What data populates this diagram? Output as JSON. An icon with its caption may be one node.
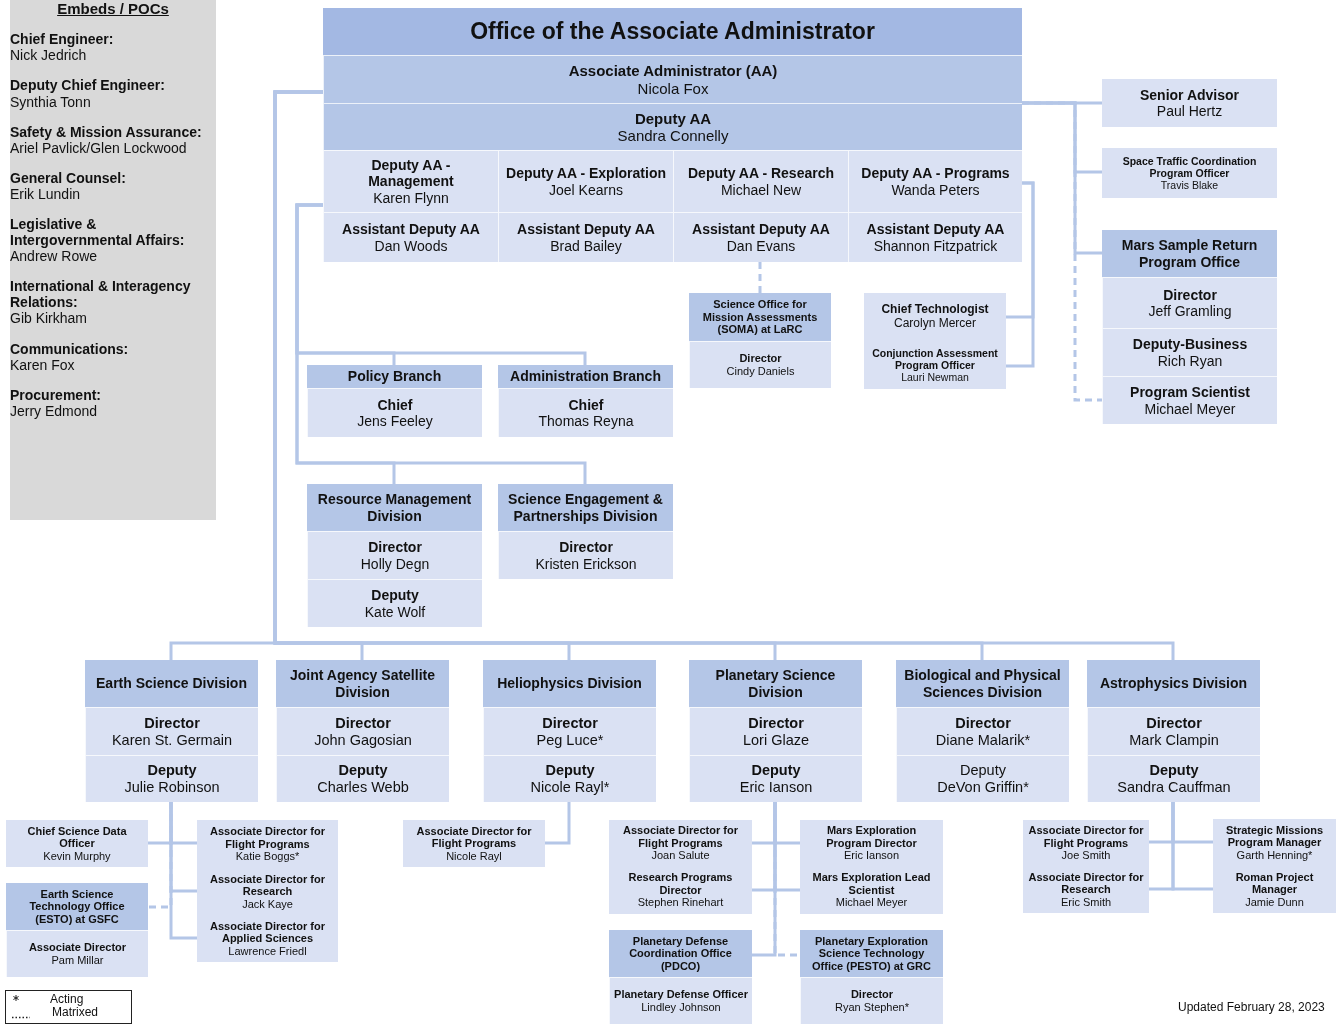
{
  "diagram": {
    "nodes": [
      {
        "text": [
          "Embeds / POCs",
          "Chief Engineer:",
          "Nick Jedrich",
          "Deputy Chief Engineer:",
          "Synthia Tonn",
          "Safety & Mission Assurance:",
          "Ariel Pavlick/Glen Lockwood",
          "General Counsel:",
          "Erik Lundin",
          "Legislative & Intergovernmental Affairs:",
          "Andrew Rowe",
          "International & Interagency Relations:",
          "Gib Kirkham",
          "Communications:",
          "Karen Fox",
          "Procurement:",
          "Jerry Edmond"
        ]
      },
      {
        "text": [
          "Office of the Associate Administrator"
        ]
      },
      {
        "text": [
          "Associate Administrator (AA)",
          "Nicola Fox"
        ],
        "in": 1
      },
      {
        "text": [
          "Deputy AA",
          "Sandra Connelly"
        ],
        "in": 1
      },
      {
        "text": [
          "Deputy AA - Management",
          "Karen Flynn"
        ],
        "in": 1
      },
      {
        "text": [
          "Deputy AA - Exploration",
          "Joel Kearns"
        ],
        "in": 1
      },
      {
        "text": [
          "Deputy AA - Research",
          "Michael New"
        ],
        "in": 1
      },
      {
        "text": [
          "Deputy AA - Programs",
          "Wanda Peters"
        ],
        "in": 1
      },
      {
        "text": [
          "Assistant Deputy AA",
          "Dan Woods"
        ],
        "in": 1
      },
      {
        "text": [
          "Assistant Deputy AA",
          "Brad Bailey"
        ],
        "in": 1
      },
      {
        "text": [
          "Assistant Deputy AA",
          "Dan Evans"
        ],
        "in": 1
      },
      {
        "text": [
          "Assistant Deputy AA",
          "Shannon Fitzpatrick"
        ],
        "in": 1
      },
      {
        "text": [
          "Senior Advisor",
          "Paul Hertz"
        ]
      },
      {
        "text": [
          "Space Traffic Coordination Program Officer",
          "Travis Blake"
        ]
      },
      {
        "text": [
          "Mars Sample Return Program Office"
        ]
      },
      {
        "text": [
          "Director",
          "Jeff Gramling"
        ],
        "in": 14
      },
      {
        "text": [
          "Deputy-Business",
          "Rich Ryan"
        ],
        "in": 14
      },
      {
        "text": [
          "Program Scientist",
          "Michael Meyer"
        ],
        "in": 14
      },
      {
        "text": [
          "Science Office for Mission Assessments (SOMA) at LaRC"
        ]
      },
      {
        "text": [
          "Director",
          "Cindy Daniels"
        ],
        "in": 18
      },
      {
        "text": [
          "Chief Technologist",
          "Carolyn Mercer"
        ]
      },
      {
        "text": [
          "Conjunction Assessment Program Officer",
          "Lauri Newman"
        ]
      },
      {
        "text": [
          "Policy Branch"
        ]
      },
      {
        "text": [
          "Chief",
          "Jens Feeley"
        ],
        "in": 22
      },
      {
        "text": [
          "Administration Branch"
        ]
      },
      {
        "text": [
          "Chief",
          "Thomas Reyna"
        ],
        "in": 24
      },
      {
        "text": [
          "Resource Management Division"
        ]
      },
      {
        "text": [
          "Director",
          "Holly Degn"
        ],
        "in": 26
      },
      {
        "text": [
          "Deputy",
          "Kate Wolf"
        ],
        "in": 26
      },
      {
        "text": [
          "Science Engagement & Partnerships Division"
        ]
      },
      {
        "text": [
          "Director",
          "Kristen Erickson"
        ],
        "in": 29
      },
      {
        "text": [
          "Earth Science Division"
        ]
      },
      {
        "text": [
          "Director",
          "Karen St. Germain"
        ],
        "in": 31
      },
      {
        "text": [
          "Deputy",
          "Julie Robinson"
        ],
        "in": 31
      },
      {
        "text": [
          "Joint Agency Satellite Division"
        ]
      },
      {
        "text": [
          "Director",
          "John Gagosian"
        ],
        "in": 34
      },
      {
        "text": [
          "Deputy",
          "Charles Webb"
        ],
        "in": 34
      },
      {
        "text": [
          "Heliophysics Division"
        ]
      },
      {
        "text": [
          "Director",
          "Peg Luce*"
        ],
        "in": 37
      },
      {
        "text": [
          "Deputy",
          "Nicole Rayl*"
        ],
        "in": 37
      },
      {
        "text": [
          "Planetary Science Division"
        ]
      },
      {
        "text": [
          "Director",
          "Lori Glaze"
        ],
        "in": 40
      },
      {
        "text": [
          "Deputy",
          "Eric Ianson"
        ],
        "in": 40
      },
      {
        "text": [
          "Biological and Physical Sciences Division"
        ]
      },
      {
        "text": [
          "Director",
          "Diane Malarik*"
        ],
        "in": 43
      },
      {
        "text": [
          "Deputy",
          "DeVon Griffin*"
        ],
        "in": 43
      },
      {
        "text": [
          "Astrophysics Division"
        ]
      },
      {
        "text": [
          "Director",
          "Mark Clampin"
        ],
        "in": 46
      },
      {
        "text": [
          "Deputy",
          "Sandra Cauffman"
        ],
        "in": 46
      },
      {
        "text": [
          "Chief Science Data Officer",
          "Kevin Murphy"
        ]
      },
      {
        "text": [
          "Associate Director for Flight Programs",
          "Katie Boggs*"
        ]
      },
      {
        "text": [
          "Earth Science Technology Office (ESTO) at GSFC"
        ]
      },
      {
        "text": [
          "Associate Director",
          "Pam Millar"
        ],
        "in": 51
      },
      {
        "text": [
          "Associate Director for Research",
          "Jack Kaye"
        ]
      },
      {
        "text": [
          "Associate Director for Applied Sciences",
          "Lawrence Friedl"
        ]
      },
      {
        "text": [
          "Associate Director for Flight Programs",
          "Nicole Rayl"
        ]
      },
      {
        "text": [
          "Associate Director for Flight Programs",
          "Joan Salute"
        ]
      },
      {
        "text": [
          "Mars Exploration Program Director",
          "Eric Ianson"
        ]
      },
      {
        "text": [
          "Research Programs Director",
          "Stephen Rinehart"
        ]
      },
      {
        "text": [
          "Mars Exploration Lead Scientist",
          "Michael Meyer"
        ]
      },
      {
        "text": [
          "Planetary Defense Coordination Office (PDCO)"
        ]
      },
      {
        "text": [
          "Planetary Defense Officer",
          "Lindley Johnson"
        ],
        "in": 60
      },
      {
        "text": [
          "Planetary Exploration Science Technology Office (PESTO) at GRC"
        ]
      },
      {
        "text": [
          "Director",
          "Ryan Stephen*"
        ],
        "in": 62
      },
      {
        "text": [
          "Associate Director for Flight Programs",
          "Joe Smith"
        ]
      },
      {
        "text": [
          "Strategic Missions Program Manager",
          "Garth Henning*"
        ]
      },
      {
        "text": [
          "Associate Director for Research",
          "Eric Smith"
        ]
      },
      {
        "text": [
          "Roman Project Manager",
          "Jamie Dunn"
        ]
      }
    ],
    "edges": [
      {
        "from": 1,
        "to": 12,
        "arrow": "none"
      },
      {
        "from": 1,
        "to": 13,
        "arrow": "none"
      },
      {
        "from": 1,
        "to": 14,
        "arrow": "none"
      },
      {
        "from": 1,
        "to": 17,
        "arrow": "none",
        "style": "dashed"
      },
      {
        "from": 7,
        "to": 20,
        "arrow": "none"
      },
      {
        "from": 7,
        "to": 21,
        "arrow": "none"
      },
      {
        "from": 10,
        "to": 18,
        "arrow": "none",
        "style": "dashed"
      },
      {
        "from": 4,
        "to": 22,
        "arrow": "none"
      },
      {
        "from": 4,
        "to": 24,
        "arrow": "none"
      },
      {
        "from": 4,
        "to": 26,
        "arrow": "none"
      },
      {
        "from": 4,
        "to": 29,
        "arrow": "none"
      },
      {
        "from": 1,
        "to": 31,
        "arrow": "none"
      },
      {
        "from": 1,
        "to": 34,
        "arrow": "none"
      },
      {
        "from": 1,
        "to": 37,
        "arrow": "none"
      },
      {
        "from": 1,
        "to": 40,
        "arrow": "none"
      },
      {
        "from": 1,
        "to": 43,
        "arrow": "none"
      },
      {
        "from": 1,
        "to": 46,
        "arrow": "none"
      },
      {
        "from": 31,
        "to": 49,
        "arrow": "none"
      },
      {
        "from": 31,
        "to": 50,
        "arrow": "none"
      },
      {
        "from": 31,
        "to": 53,
        "arrow": "none"
      },
      {
        "from": 31,
        "to": 54,
        "arrow": "none"
      },
      {
        "from": 31,
        "to": 51,
        "arrow": "none",
        "style": "dashed"
      },
      {
        "from": 37,
        "to": 55,
        "arrow": "none"
      },
      {
        "from": 40,
        "to": 56,
        "arrow": "none"
      },
      {
        "from": 40,
        "to": 57,
        "arrow": "none"
      },
      {
        "from": 40,
        "to": 58,
        "arrow": "none"
      },
      {
        "from": 40,
        "to": 59,
        "arrow": "none"
      },
      {
        "from": 40,
        "to": 60,
        "arrow": "none"
      },
      {
        "from": 40,
        "to": 62,
        "arrow": "none",
        "style": "dashed"
      },
      {
        "from": 46,
        "to": 64,
        "arrow": "none"
      },
      {
        "from": 46,
        "to": 65,
        "arrow": "none"
      },
      {
        "from": 46,
        "to": 66,
        "arrow": "none"
      },
      {
        "from": 46,
        "to": 67,
        "arrow": "none"
      }
    ],
    "labels": [
      "Updated February 28, 2023"
    ],
    "legend": [
      {
        "text": "Acting"
      },
      {
        "text": "Matrixed"
      }
    ]
  }
}
